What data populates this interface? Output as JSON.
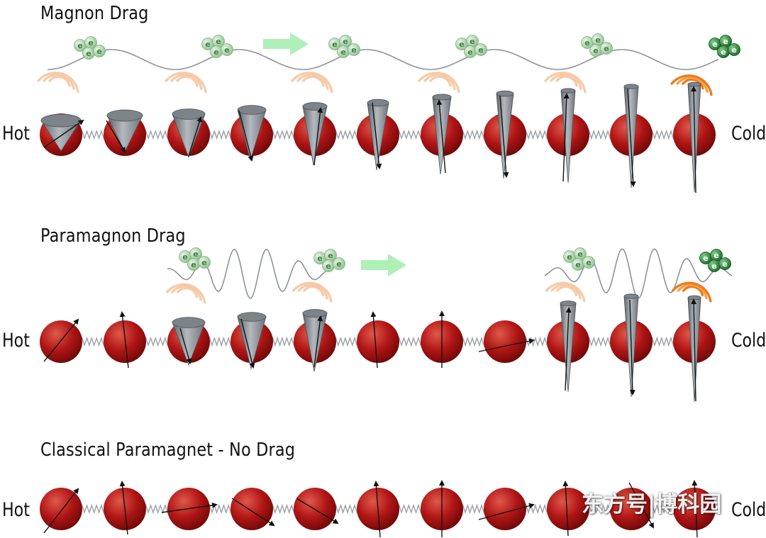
{
  "panels": [
    {
      "title": "Magnon Drag",
      "hot_label": "Hot",
      "cold_label": "Cold",
      "electron_symbol": "e",
      "spins": [
        "cone",
        "cone",
        "cone",
        "cone",
        "cone",
        "cone",
        "cone",
        "cone",
        "cone",
        "cone",
        "cone"
      ]
    },
    {
      "title": "Paramagnon Drag",
      "hot_label": "Hot",
      "cold_label": "Cold",
      "electron_symbol": "e",
      "spins": [
        "arrow",
        "arrow",
        "cone",
        "cone",
        "cone",
        "arrow",
        "arrow",
        "arrow",
        "cone",
        "cone",
        "cone"
      ]
    },
    {
      "title": "Classical Paramagnet - No Drag",
      "hot_label": "Hot",
      "cold_label": "Cold",
      "electron_symbol": "e",
      "spins": [
        "arrow",
        "arrow",
        "arrow",
        "arrow",
        "arrow",
        "arrow",
        "arrow",
        "arrow",
        "arrow",
        "arrow",
        "arrow"
      ]
    }
  ],
  "watermark": "东方号|博科园",
  "colors": {
    "atom": "#b01515",
    "cone": "#8a9096",
    "spring": "#9aa0a6",
    "electron_faded": "#9ccc9c",
    "electron_bright": "#2e8b3e",
    "arrow_flow": "#aef0b8",
    "magnon_faded": "#f5c6a0",
    "magnon_bright": "#ee7a22"
  },
  "icons": [
    "atom-sphere",
    "spin-cone",
    "spin-arrow",
    "spring",
    "electron",
    "magnon-wave",
    "flow-arrow"
  ]
}
